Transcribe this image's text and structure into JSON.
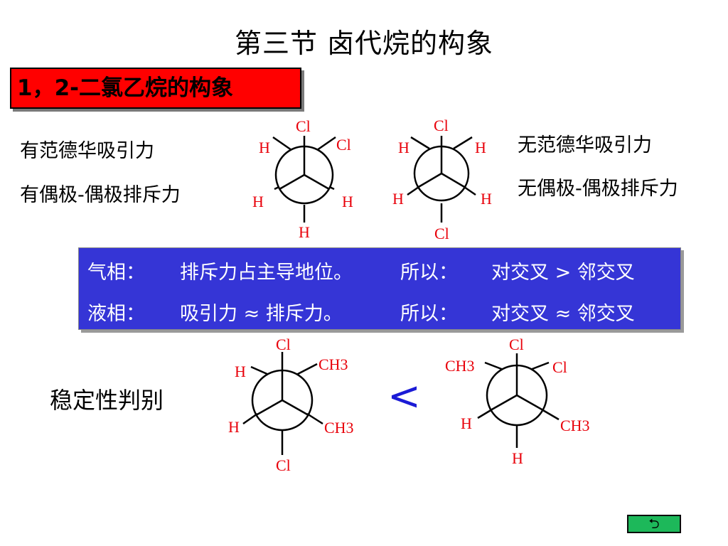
{
  "title": "第三节 卤代烷的构象",
  "section_label": "1，2-二氯乙烷的构象",
  "left_notes": [
    "有范德华吸引力",
    "有偶极-偶极排斥力"
  ],
  "right_notes": [
    "无范德华吸引力",
    "无偶极-偶极排斥力"
  ],
  "phase_box": {
    "rows": [
      {
        "phase": "气相：",
        "statement": "排斥力占主导地位。",
        "therefore": "所以：",
        "conclusion": "对交叉 > 邻交叉"
      },
      {
        "phase": "液相：",
        "statement": "吸引力 ≈ 排斥力。",
        "therefore": "所以：",
        "conclusion": "对交叉 ≈ 邻交叉"
      }
    ]
  },
  "stability_label": "稳定性判别",
  "comparison_symbol": "<",
  "nav_icon": "return-arrow-icon",
  "nav_glyph": "⮌",
  "colors": {
    "label_red": "#ff0000",
    "atom_red": "#e8000a",
    "box_blue": "#3535d6",
    "lt_blue": "#1b1bd6",
    "nav_green": "#1db85a"
  },
  "newman_projections": {
    "gauche_dichloroethane": {
      "front_top": "Cl",
      "front_left": "H",
      "front_right": "H",
      "back_top_left": "H",
      "back_top_right": "Cl",
      "back_bottom": "H"
    },
    "anti_dichloroethane": {
      "front_top": "Cl",
      "front_left": "H",
      "front_right": "H",
      "back_top_left": "H",
      "back_top_right": "H",
      "back_bottom": "Cl"
    },
    "dichlorobutane_a": {
      "front_top": "Cl",
      "front_left": "H",
      "front_right": "CH3",
      "back_top_left": "H",
      "back_top_right": "CH3",
      "back_bottom": "Cl"
    },
    "dichlorobutane_b": {
      "front_top": "Cl",
      "front_left": "H",
      "front_right": "CH3",
      "back_top_left": "CH3",
      "back_top_right": "Cl",
      "back_bottom": "H"
    }
  }
}
